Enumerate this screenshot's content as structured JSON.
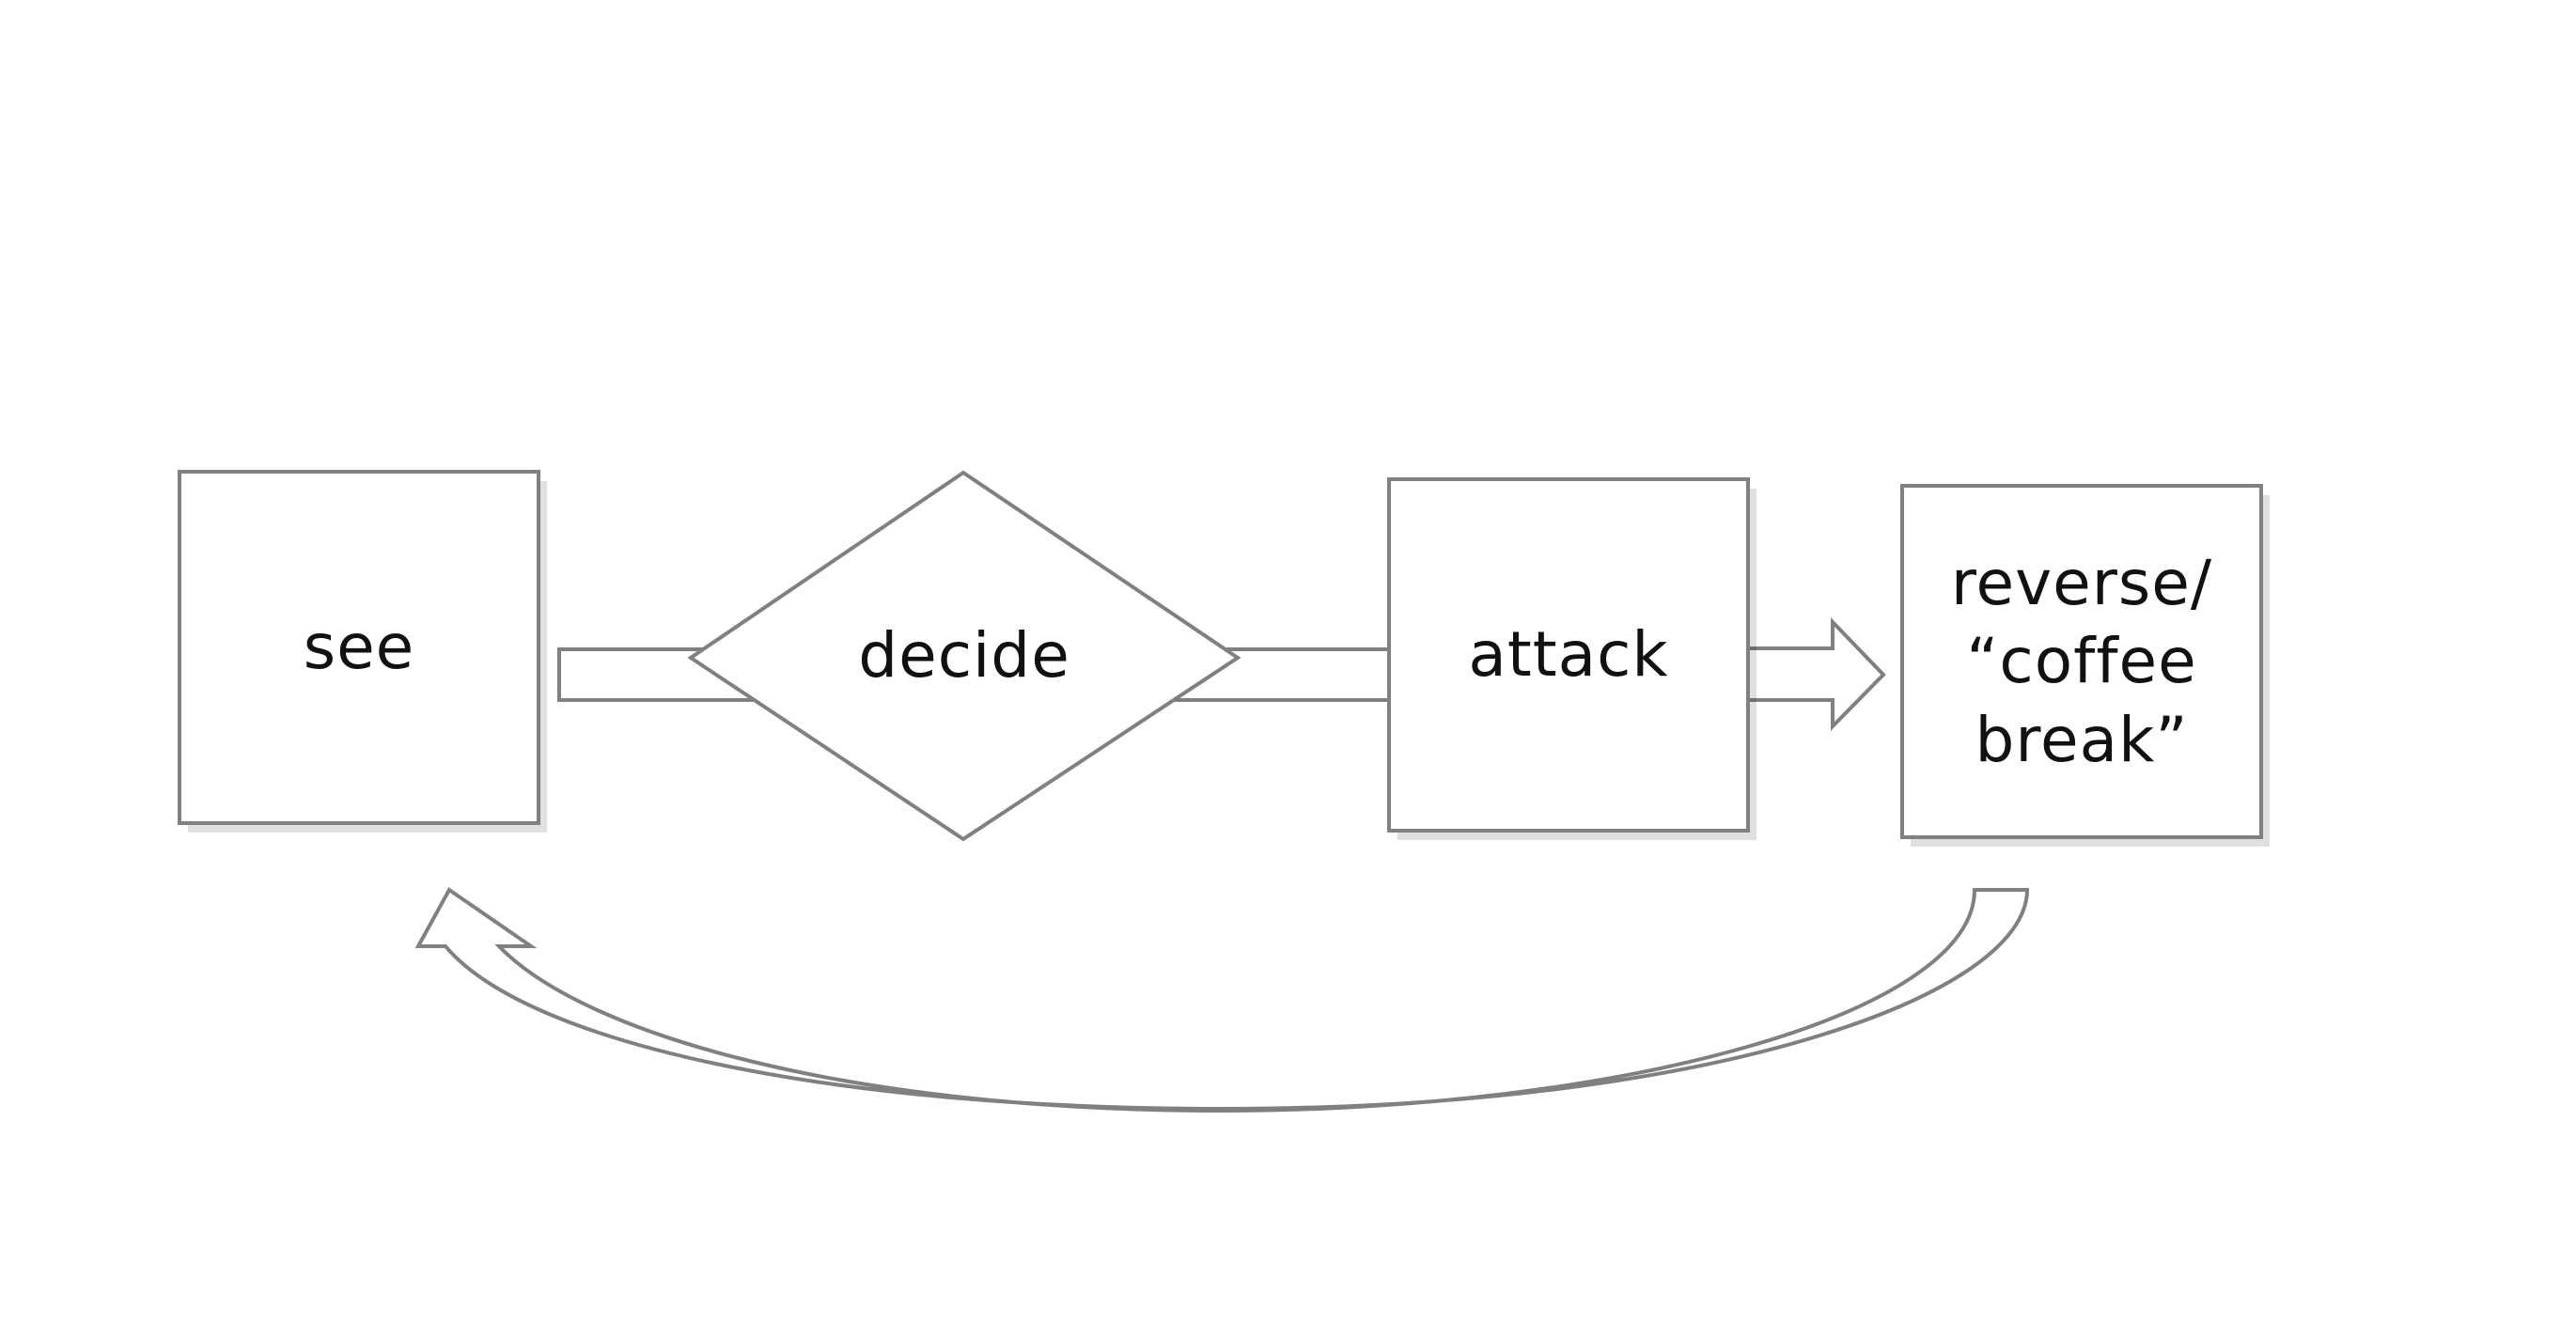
{
  "diagram": {
    "type": "flowchart",
    "nodes": [
      {
        "id": "see",
        "shape": "rectangle",
        "label": "see"
      },
      {
        "id": "decide",
        "shape": "diamond",
        "label": "decide"
      },
      {
        "id": "attack",
        "shape": "rectangle",
        "label": "attack"
      },
      {
        "id": "reverse",
        "shape": "rectangle",
        "label_lines": [
          "reverse/",
          "“coffee",
          "break”"
        ]
      }
    ],
    "edges": [
      {
        "from": "see",
        "to": "decide",
        "style": "block-arrow"
      },
      {
        "from": "decide",
        "to": "attack",
        "style": "block-arrow"
      },
      {
        "from": "attack",
        "to": "reverse",
        "style": "block-arrow"
      },
      {
        "from": "reverse",
        "to": "see",
        "style": "curved-block-arrow"
      }
    ],
    "colors": {
      "stroke": "#808080",
      "fill": "#ffffff",
      "text": "#111111",
      "background": "#ffffff"
    }
  }
}
